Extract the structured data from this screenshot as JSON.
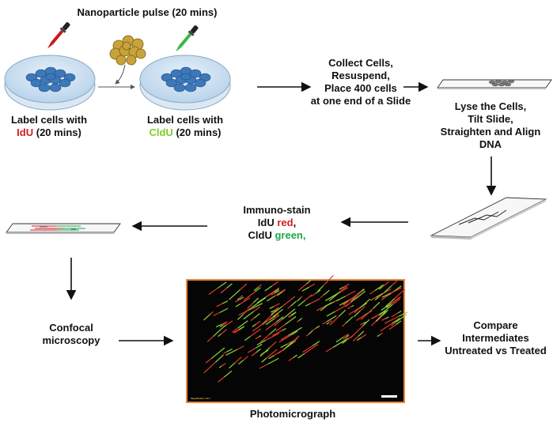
{
  "labels": {
    "pulse": "Nanoparticle pulse (20 mins)",
    "label1_prefix": "Label cells with",
    "label1_agent": "IdU",
    "label1_suffix": "(20 mins)",
    "label2_prefix": "Label cells with",
    "label2_agent": "CldU",
    "label2_suffix": "(20 mins)",
    "collect": [
      "Collect Cells,",
      "Resuspend,",
      "Place 400 cells",
      "at one end of a Slide"
    ],
    "lyse": [
      "Lyse the Cells,",
      "Tilt Slide,",
      "Straighten and Align",
      "DNA"
    ],
    "immuno_title": "Immuno-stain",
    "immuno_idu": "IdU",
    "immuno_idu_color": "red",
    "immuno_cldu": "CldU",
    "immuno_cldu_color": "green,",
    "confocal": [
      "Confocal",
      "microscopy"
    ],
    "photo_caption": "Photomicrograph",
    "compare": [
      "Compare",
      "Intermediates",
      "Untreated vs Treated"
    ],
    "micro_footer": "Magnification: 60 x"
  },
  "colors": {
    "idu": "#d21f1f",
    "cldu": "#7ecb2b",
    "photo_border": "#e8873a",
    "dish": "#cfe3f2",
    "cell": "#3d78b8"
  }
}
